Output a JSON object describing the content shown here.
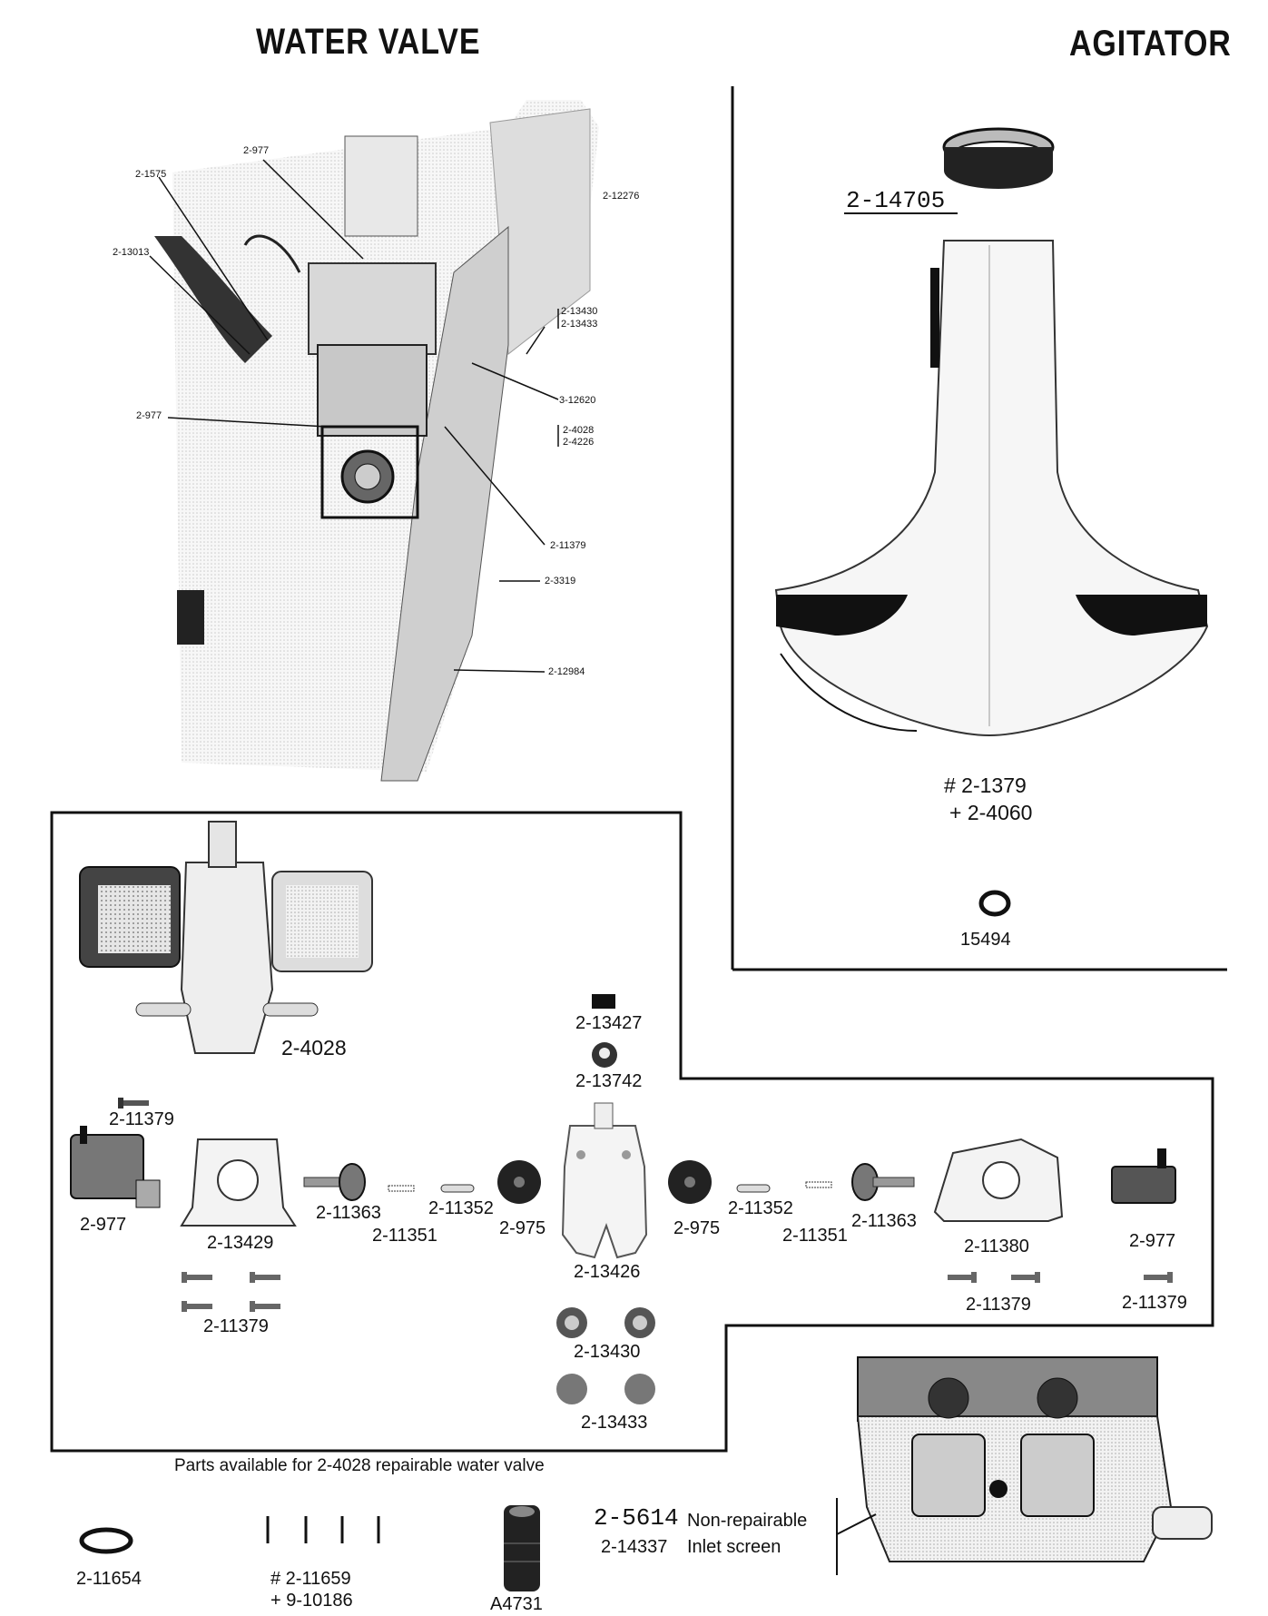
{
  "titles": {
    "water_valve": "WATER VALVE",
    "agitator": "AGITATOR"
  },
  "photo_labels": {
    "l_2977_top": "2-977",
    "l_21575": "2-1575",
    "l_213013": "2-13013",
    "l_212276": "2-12276",
    "l_213430": "2-13430",
    "l_213433": "2-13433",
    "l_312620": "3-12620",
    "l_2977_mid": "2-977",
    "l_24028": "2-4028",
    "l_24226": "2-4226",
    "l_211379": "2-11379",
    "l_23319": "2-3319",
    "l_212984": "2-12984"
  },
  "agitator": {
    "ring_part": "2-14705",
    "agitator_part_1": "# 2-1379",
    "agitator_part_2": "+ 2-4060",
    "oring_part": "15494"
  },
  "parts": {
    "valve_assembly": "2-4028",
    "p213427": "2-13427",
    "p213742": "2-13742",
    "screw_top": "2-11379",
    "coil_left": "2-977",
    "bracket_left": "2-13429",
    "plunger_left": "2-11363",
    "spring_left": "2-11351",
    "pin_left": "2-11352",
    "diaphragm_left": "2-975",
    "body": "2-13426",
    "diaphragm_right": "2-975",
    "pin_right": "2-11352",
    "spring_right": "2-11351",
    "plunger_right": "2-11363",
    "bracket_right": "2-11380",
    "coil_right": "2-977",
    "screws_left": "2-11379",
    "screws_right_a": "2-11379",
    "screws_right_b": "2-11379",
    "flow_washer": "2-13430",
    "flow_washer_b": "2-13433"
  },
  "caption": "Parts available for 2-4028 repairable water valve",
  "bottom": {
    "oring": "2-11654",
    "screws_1": "# 2-11659",
    "screws_2": "+ 9-10186",
    "hose": "A4731",
    "nonrep_part": "2-5614",
    "nonrep_text": "Non-repairable",
    "screen_part": "2-14337",
    "screen_text": "Inlet screen"
  }
}
